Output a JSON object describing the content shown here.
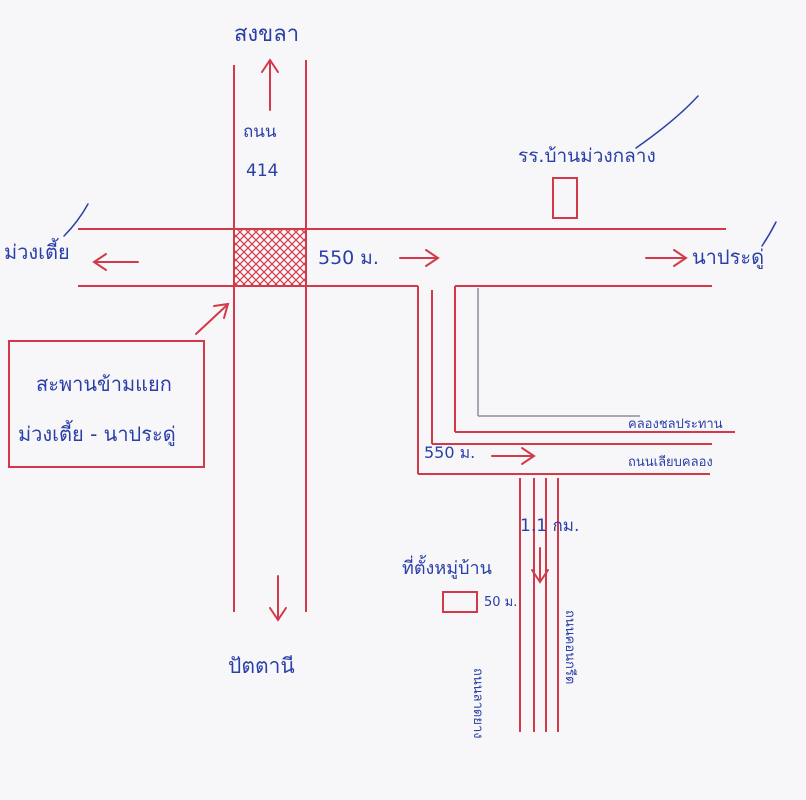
{
  "labels": {
    "north_destination": "สงขลา",
    "road_name_line1": "ถนน",
    "road_name_line2": "414",
    "west_destination": "ม่วงเตี้ย",
    "east_destination": "นาประดู่",
    "distance_east": "550 ม.",
    "school": "รร.บ้านม่วงกลาง",
    "south_destination": "ปัตตานี",
    "legend_line1": "สะพานข้ามแยก",
    "legend_line2": "ม่วงเตี้ย - นาประดู่",
    "distance_south_branch": "550 ม.",
    "canal": "คลองชลประทาน",
    "canal_road": "ถนนเลียบคลอง",
    "distance_km": "1.1 กม.",
    "site": "ที่ตั้งหมู่บ้าน",
    "site_distance": "50 ม.",
    "side_road_left": "ถนนลาดยาง",
    "side_road_right": "ถนนคอนกรีต"
  },
  "colors": {
    "road": "#d23a4a",
    "ink": "#2a3fa8",
    "canal": "#8a8f9a"
  }
}
